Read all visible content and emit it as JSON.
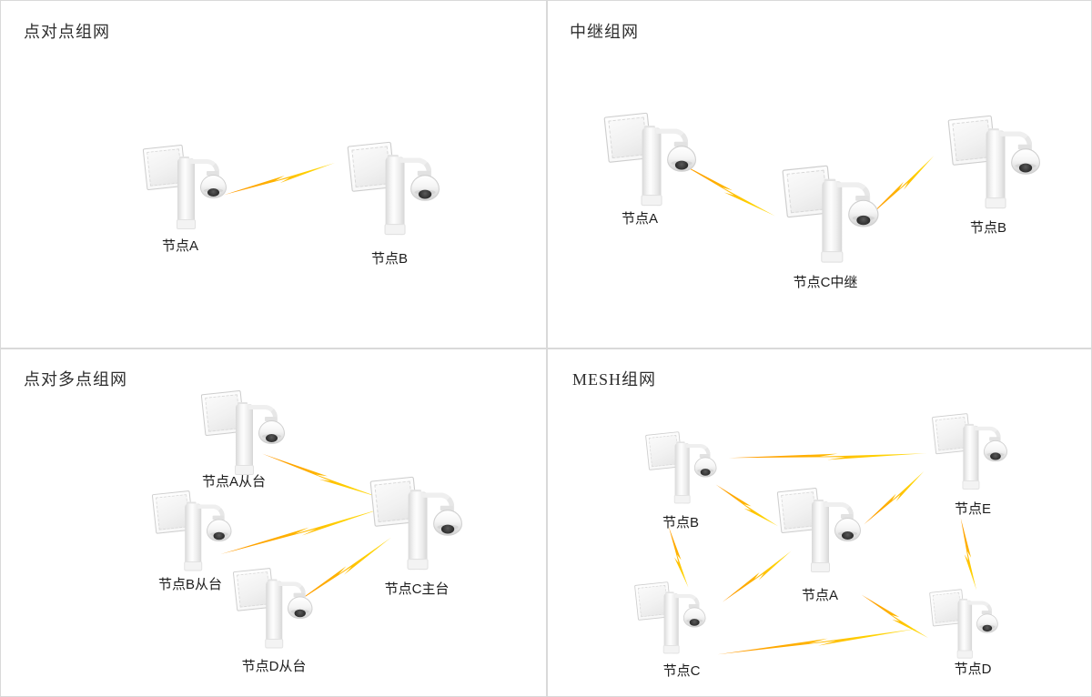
{
  "page": {
    "background": "#ffffff",
    "divider_color": "#d9d9d9"
  },
  "bolt": {
    "icon": "lightning-bolt-icon",
    "color_start": "#ff9500",
    "color_end": "#ffdd33"
  },
  "node_icon": "antenna-pole-dome-camera",
  "quadrants": [
    {
      "title": "点对点组网",
      "nodes": [
        {
          "label": "节点A"
        },
        {
          "label": "节点B"
        }
      ],
      "links": [
        {
          "from": "节点A",
          "to": "节点B"
        }
      ]
    },
    {
      "title": "中继组网",
      "nodes": [
        {
          "label": "节点A"
        },
        {
          "label": "节点C中继"
        },
        {
          "label": "节点B"
        }
      ],
      "links": [
        {
          "from": "节点A",
          "to": "节点C中继"
        },
        {
          "from": "节点C中继",
          "to": "节点B"
        }
      ]
    },
    {
      "title": "点对多点组网",
      "nodes": [
        {
          "label": "节点A从台"
        },
        {
          "label": "节点B从台"
        },
        {
          "label": "节点D从台"
        },
        {
          "label": "节点C主台"
        }
      ],
      "links": [
        {
          "from": "节点A从台",
          "to": "节点C主台"
        },
        {
          "from": "节点B从台",
          "to": "节点C主台"
        },
        {
          "from": "节点D从台",
          "to": "节点C主台"
        }
      ]
    },
    {
      "title": "MESH组网",
      "nodes": [
        {
          "label": "节点B"
        },
        {
          "label": "节点E"
        },
        {
          "label": "节点A"
        },
        {
          "label": "节点C"
        },
        {
          "label": "节点D"
        }
      ],
      "links": [
        {
          "from": "节点B",
          "to": "节点E"
        },
        {
          "from": "节点B",
          "to": "节点A"
        },
        {
          "from": "节点B",
          "to": "节点C"
        },
        {
          "from": "节点A",
          "to": "节点E"
        },
        {
          "from": "节点E",
          "to": "节点D"
        },
        {
          "from": "节点C",
          "to": "节点A"
        },
        {
          "from": "节点A",
          "to": "节点D"
        },
        {
          "from": "节点C",
          "to": "节点D"
        }
      ]
    }
  ]
}
